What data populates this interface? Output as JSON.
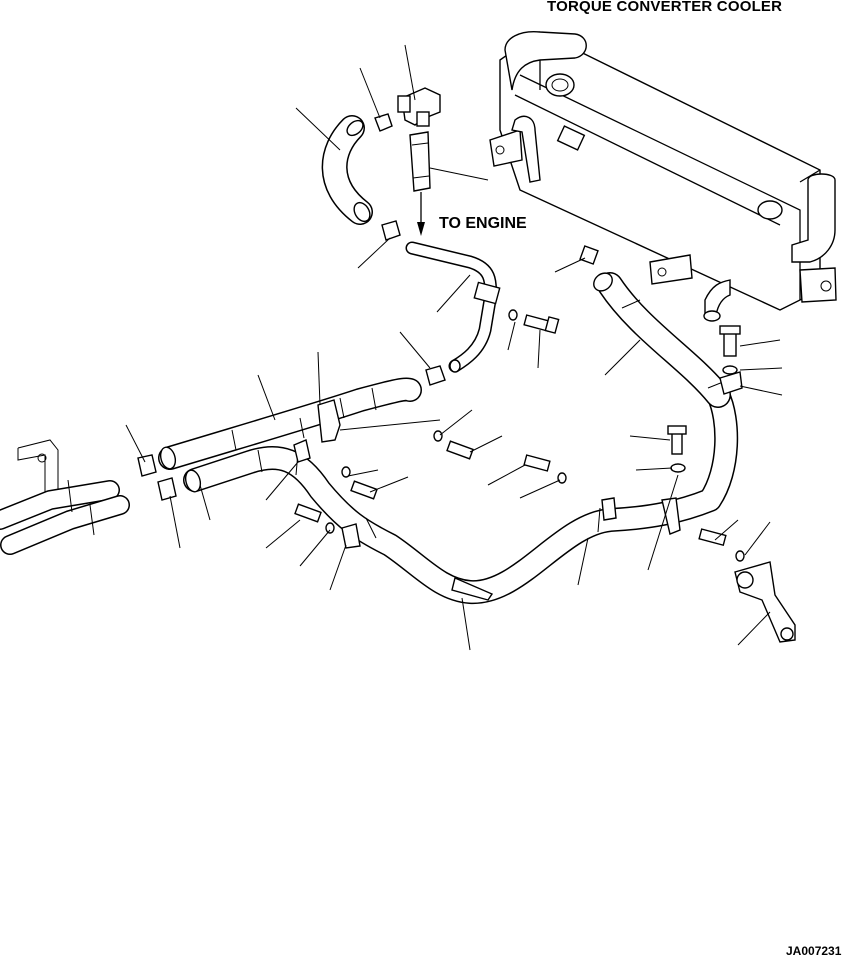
{
  "labels": {
    "title": "TORQUE CONVERTER COOLER",
    "destination": "TO ENGINE",
    "drawing_code": "JA007231"
  }
}
